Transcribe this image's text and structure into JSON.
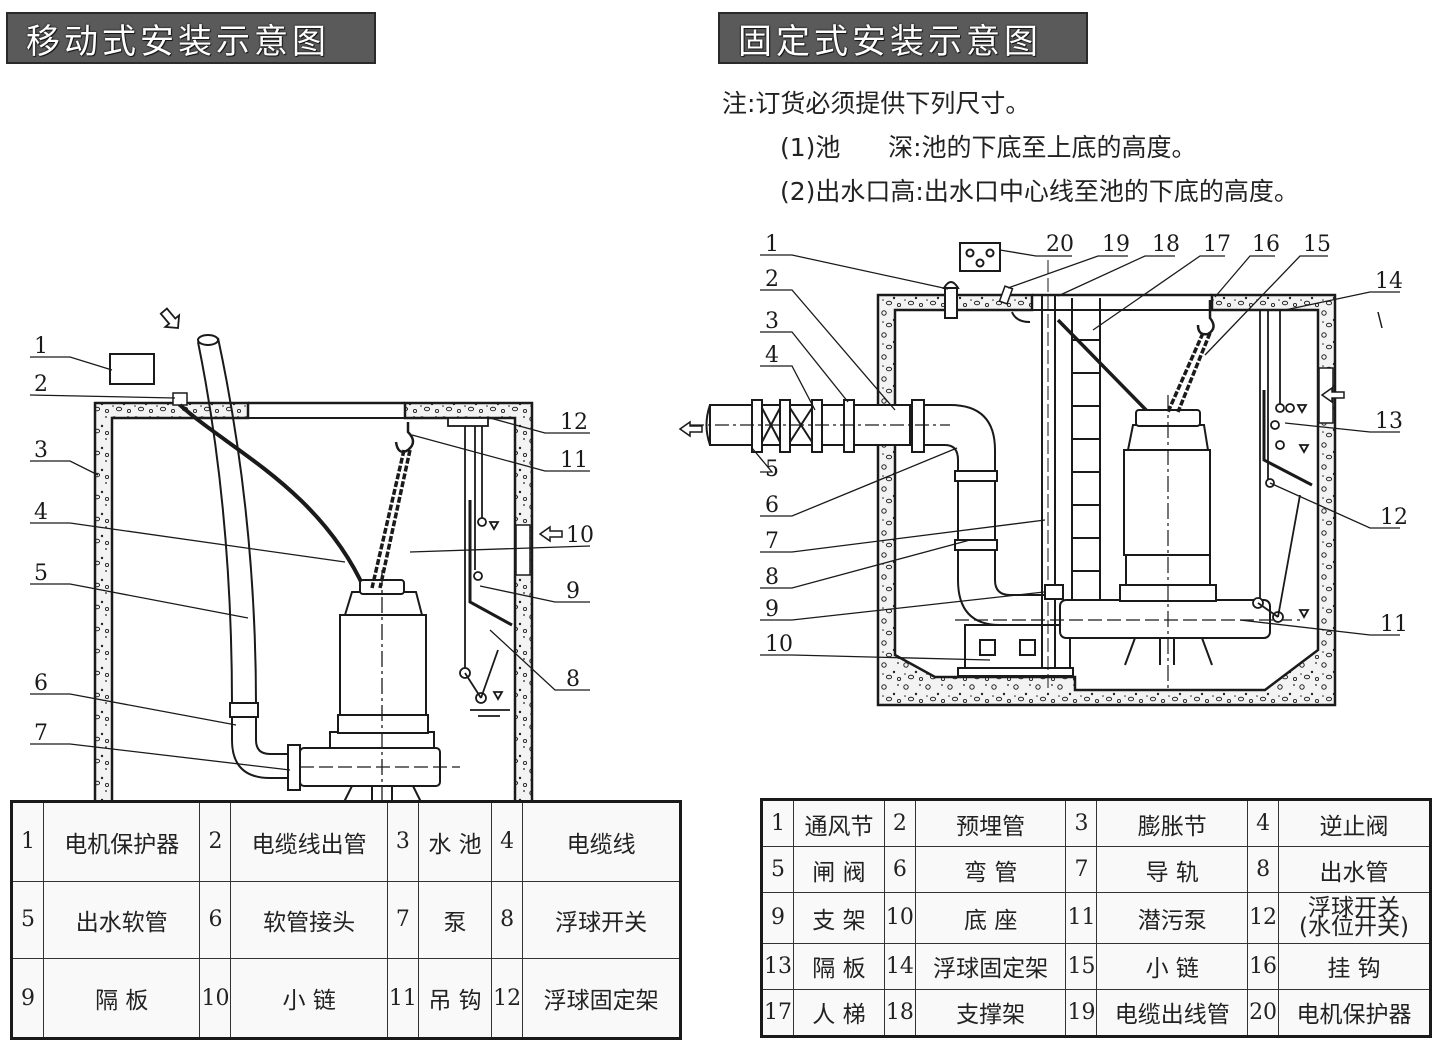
{
  "titles": {
    "mobile": "移动式安装示意图",
    "fixed": "固定式安装示意图"
  },
  "notes": {
    "head": "注:订货必须提供下列尺寸。",
    "item1": "(1)池      深:池的下底至上底的高度。",
    "item2": "(2)出水口高:出水口中心线至池的下底的高度。"
  },
  "diagram_mobile": {
    "callouts": [
      "1",
      "2",
      "3",
      "4",
      "5",
      "6",
      "7",
      "8",
      "9",
      "10",
      "11",
      "12"
    ]
  },
  "diagram_fixed": {
    "callouts": [
      "1",
      "2",
      "3",
      "4",
      "5",
      "6",
      "7",
      "8",
      "9",
      "10",
      "11",
      "12",
      "13",
      "14",
      "15",
      "16",
      "17",
      "18",
      "19",
      "20"
    ]
  },
  "legend_mobile": {
    "rows": [
      [
        {
          "n": "1",
          "t": "电机保护器"
        },
        {
          "n": "2",
          "t": "电缆线出管"
        },
        {
          "n": "3",
          "t": "水  池"
        },
        {
          "n": "4",
          "t": "电缆线"
        }
      ],
      [
        {
          "n": "5",
          "t": "出水软管"
        },
        {
          "n": "6",
          "t": "软管接头"
        },
        {
          "n": "7",
          "t": "泵"
        },
        {
          "n": "8",
          "t": "浮球开关"
        }
      ],
      [
        {
          "n": "9",
          "t": "隔  板"
        },
        {
          "n": "10",
          "t": "小  链"
        },
        {
          "n": "11",
          "t": "吊  钩"
        },
        {
          "n": "12",
          "t": "浮球固定架"
        }
      ]
    ]
  },
  "legend_fixed": {
    "rows": [
      [
        {
          "n": "1",
          "t": "通风节"
        },
        {
          "n": "2",
          "t": "预埋管"
        },
        {
          "n": "3",
          "t": "膨胀节"
        },
        {
          "n": "4",
          "t": "逆止阀"
        }
      ],
      [
        {
          "n": "5",
          "t": "闸  阀"
        },
        {
          "n": "6",
          "t": "弯  管"
        },
        {
          "n": "7",
          "t": "导  轨"
        },
        {
          "n": "8",
          "t": "出水管"
        }
      ],
      [
        {
          "n": "9",
          "t": "支  架"
        },
        {
          "n": "10",
          "t": "底  座"
        },
        {
          "n": "11",
          "t": "潜污泵"
        },
        {
          "n": "12",
          "t": "浮球开关",
          "t2": "(水位开关)"
        }
      ],
      [
        {
          "n": "13",
          "t": "隔  板"
        },
        {
          "n": "14",
          "t": "浮球固定架"
        },
        {
          "n": "15",
          "t": "小  链"
        },
        {
          "n": "16",
          "t": "挂  钩"
        }
      ],
      [
        {
          "n": "17",
          "t": "人  梯"
        },
        {
          "n": "18",
          "t": "支撑架"
        },
        {
          "n": "19",
          "t": "电缆出线管"
        },
        {
          "n": "20",
          "t": "电机保护器"
        }
      ]
    ]
  },
  "colors": {
    "title_bg": "#5a5a5a",
    "title_fg": "#ffffff",
    "ink": "#1a1a1a",
    "concrete": "#f1f1f1"
  }
}
